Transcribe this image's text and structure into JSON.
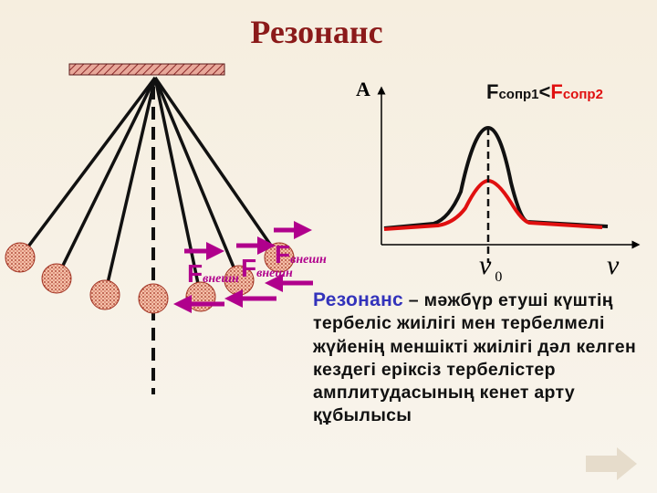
{
  "title": "Резонанс",
  "diagram": {
    "force_symbol": "F",
    "force_subscript": "внешн"
  },
  "graph": {
    "y_axis_label": "A",
    "x_axis_label": "ν",
    "peak_label": "ν",
    "peak_label_sub": "0",
    "legend": {
      "f1": "F",
      "f1_sub": "сопр1",
      "op": "<",
      "f2": "F",
      "f2_sub": "сопр2"
    },
    "colors": {
      "curve1": "#111111",
      "curve2": "#e01010"
    }
  },
  "definition": {
    "term": "Резонанс",
    "text": " – мәжбүр етуші күштің тербеліс жиілігі мен тербелмелі жүйенің меншікті жиілігі дәл келген кездегі еріксіз тербелістер амплитудасының кенет арту құбылысы"
  },
  "nav": {
    "icon": "next-arrow-icon"
  }
}
